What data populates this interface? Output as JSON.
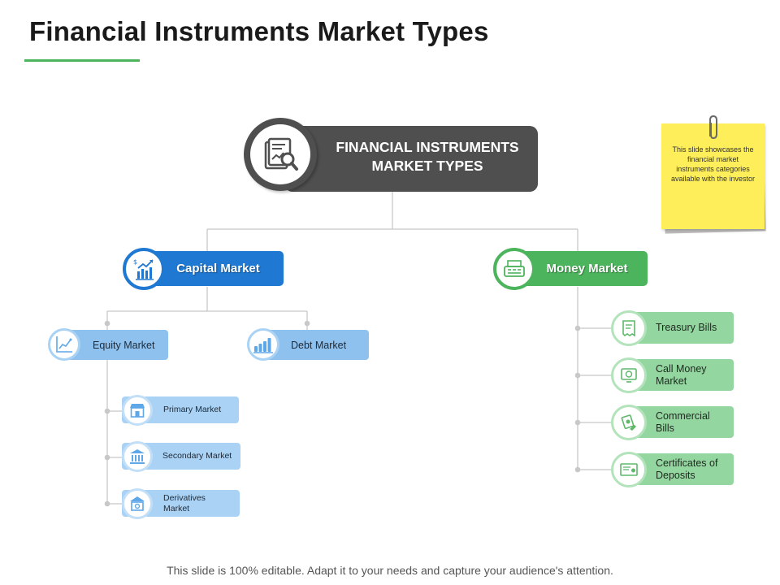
{
  "slide": {
    "title": "Financial Instruments Market Types",
    "footer": "This slide is 100% editable. Adapt it to your needs and capture your audience's attention."
  },
  "root": {
    "line1": "FINANCIAL INSTRUMENTS",
    "line2": "MARKET TYPES",
    "icon": "report-magnifier-icon"
  },
  "note": {
    "text": "This slide showcases the financial market instruments categories available with the investor"
  },
  "capital": {
    "label": "Capital Market",
    "icon": "bar-chart-dollar-icon",
    "color": "#1f78d1",
    "children": [
      {
        "label": "Equity Market",
        "icon": "line-chart-icon",
        "children": [
          {
            "label": "Primary Market",
            "icon": "storefront-icon"
          },
          {
            "label": "Secondary Market",
            "icon": "bank-building-icon"
          },
          {
            "label": "Derivatives Market",
            "icon": "vault-icon"
          }
        ]
      },
      {
        "label": "Debt Market",
        "icon": "coin-stack-icon"
      }
    ]
  },
  "money": {
    "label": "Money Market",
    "icon": "cash-register-icon",
    "color": "#4cb45c",
    "children": [
      {
        "label": "Treasury Bills",
        "icon": "bill-receipt-icon"
      },
      {
        "label": "Call Money Market",
        "icon": "monitor-coin-icon"
      },
      {
        "label": "Commercial Bills",
        "icon": "money-hand-icon"
      },
      {
        "label": "Certificates of Deposits",
        "icon": "certificate-icon"
      }
    ]
  }
}
